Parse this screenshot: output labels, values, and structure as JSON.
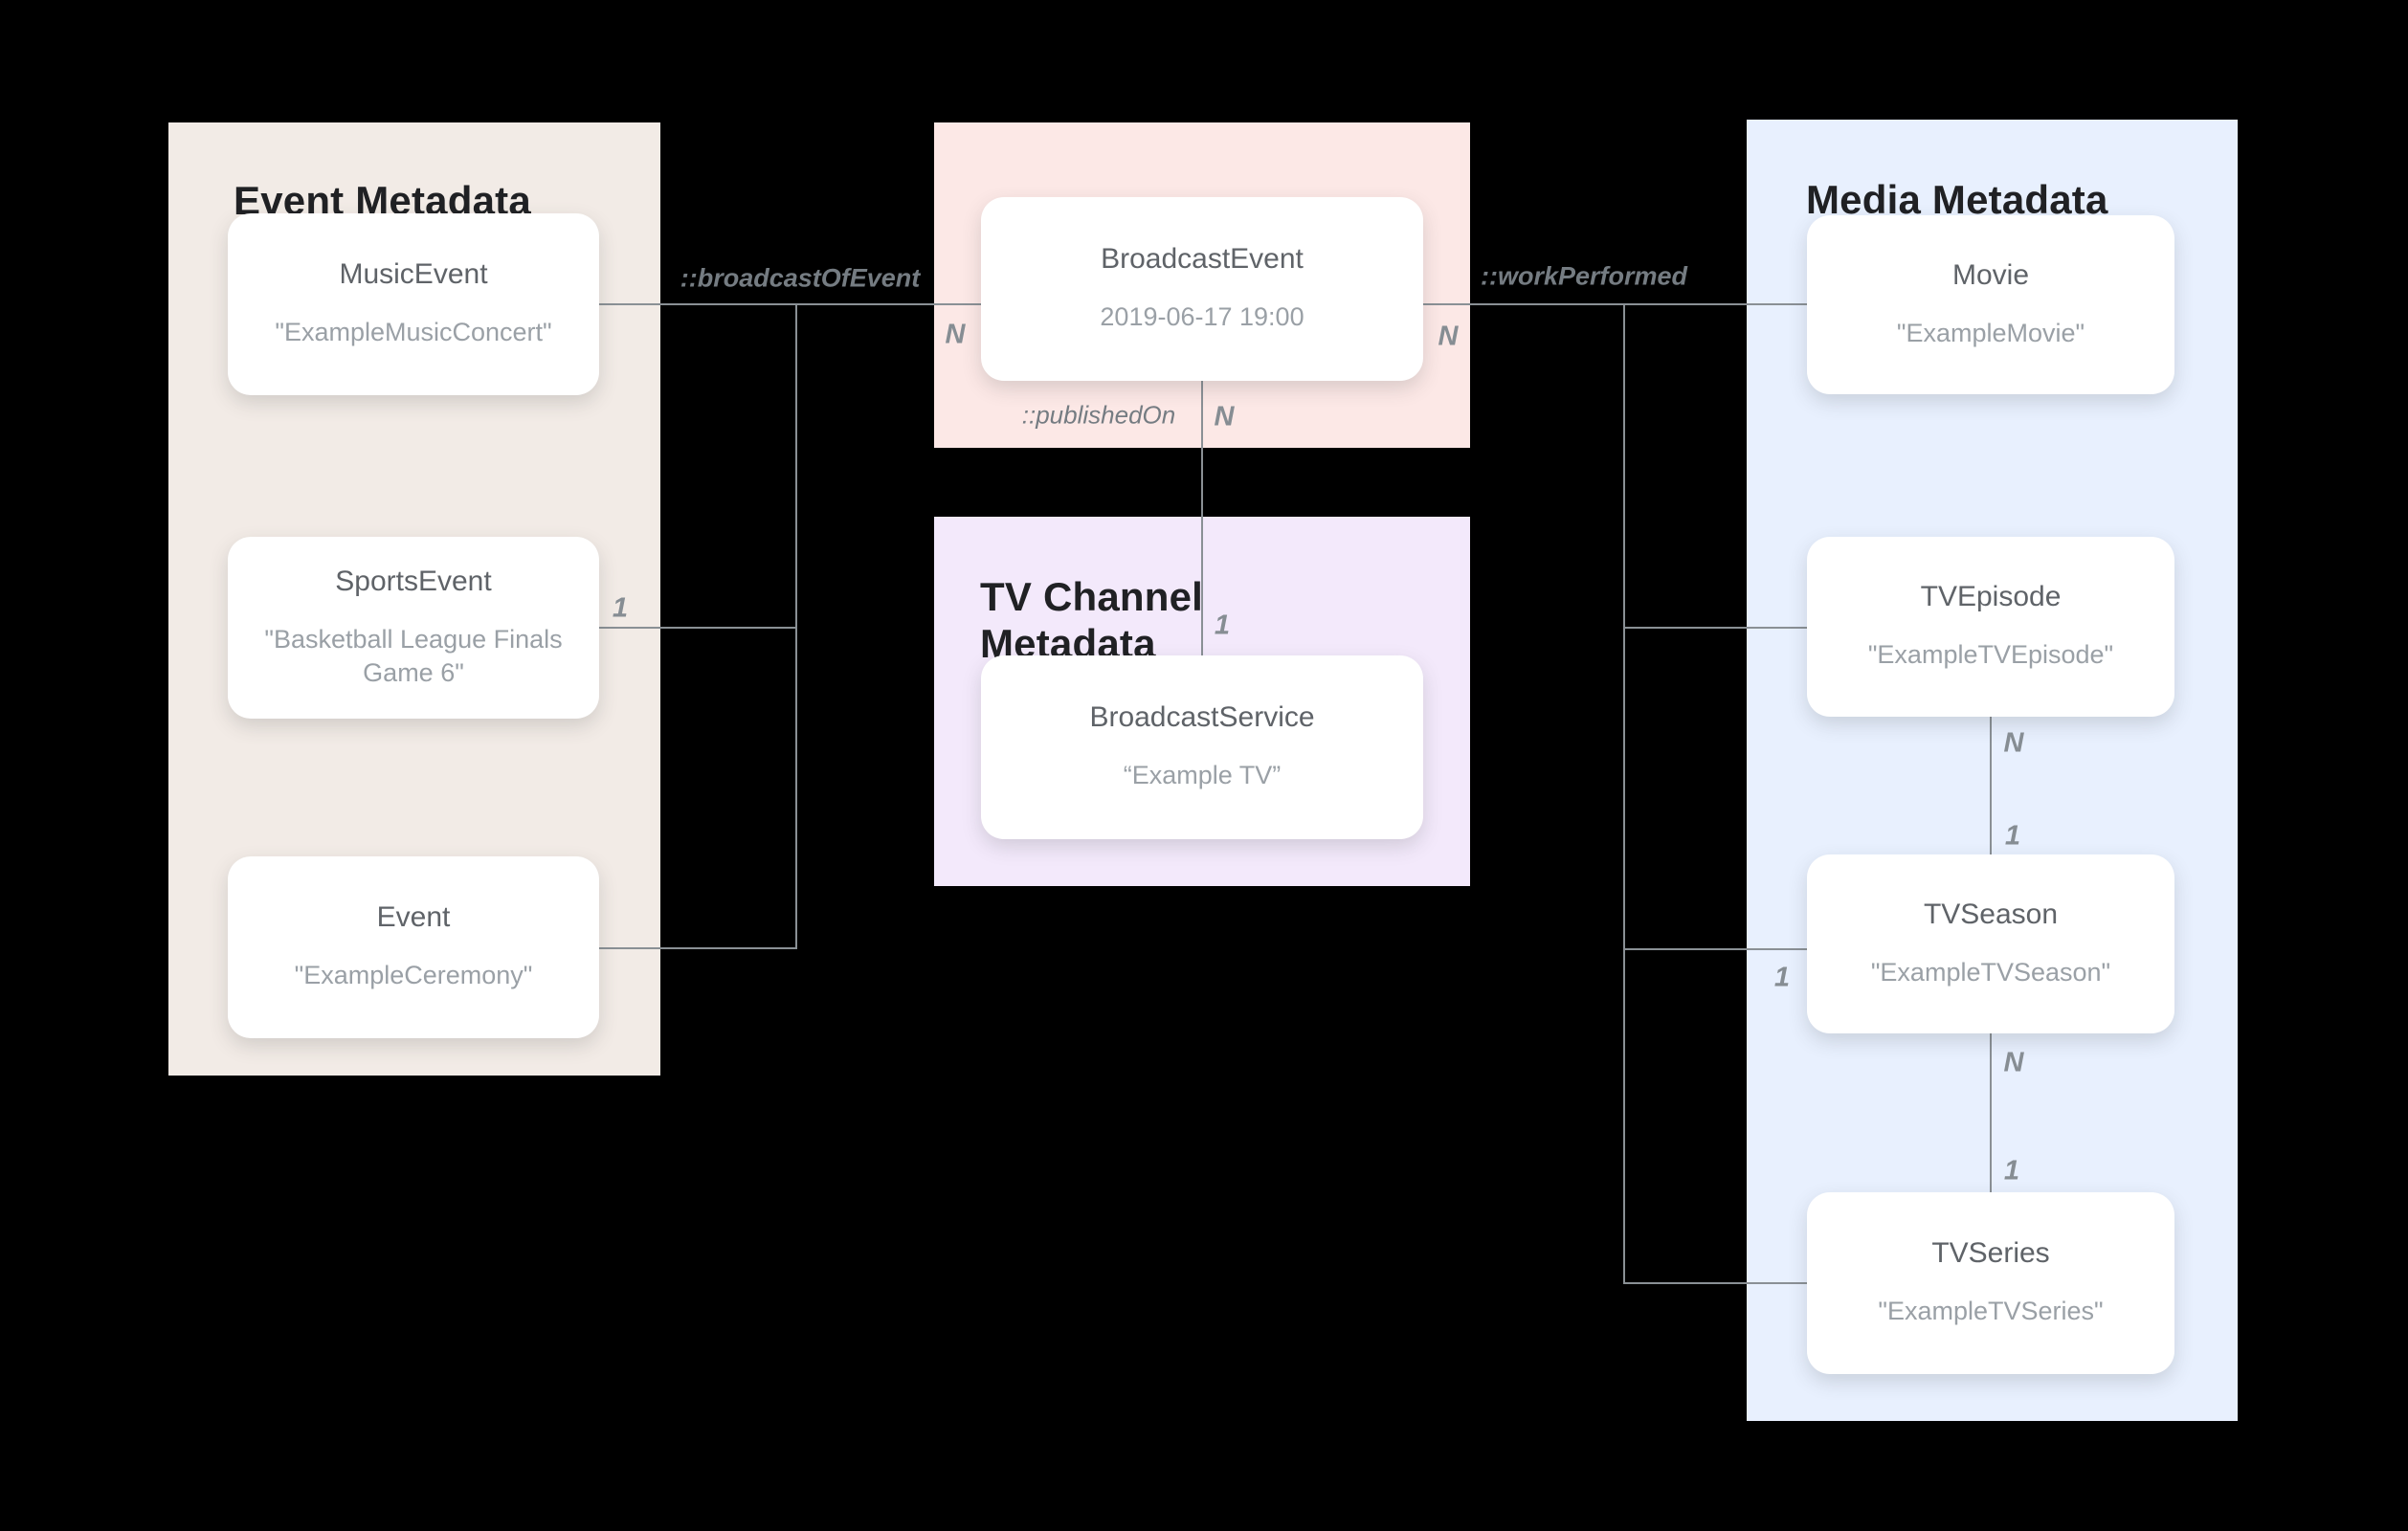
{
  "diagram": {
    "background_color": "#000000",
    "line_color": "#8a9095",
    "panel_colors": {
      "event": "#f2ebe6",
      "broadcast": "#fce8e6",
      "tv_channel": "#f3e9fb",
      "media": "#e8f0fe"
    }
  },
  "panels": {
    "event": {
      "title": "Event Metadata",
      "cards": {
        "music_event": {
          "title": "MusicEvent",
          "value": "\"ExampleMusicConcert\""
        },
        "sports_event": {
          "title": "SportsEvent",
          "value": "\"Basketball League Finals Game 6\""
        },
        "event": {
          "title": "Event",
          "value": "\"ExampleCeremony\""
        }
      }
    },
    "broadcast": {
      "cards": {
        "broadcast_event": {
          "title": "BroadcastEvent",
          "value": "2019-06-17 19:00"
        }
      }
    },
    "tv_channel": {
      "title": "TV Channel Metadata",
      "cards": {
        "broadcast_service": {
          "title": "BroadcastService",
          "value": "“Example TV”"
        }
      }
    },
    "media": {
      "title": "Media Metadata",
      "cards": {
        "movie": {
          "title": "Movie",
          "value": "\"ExampleMovie\""
        },
        "tv_episode": {
          "title": "TVEpisode",
          "value": "\"ExampleTVEpisode\""
        },
        "tv_season": {
          "title": "TVSeason",
          "value": "\"ExampleTVSeason\""
        },
        "tv_series": {
          "title": "TVSeries",
          "value": "\"ExampleTVSeries\""
        }
      }
    }
  },
  "relations": {
    "broadcast_of_event": "::broadcastOfEvent",
    "published_on": "::publishedOn",
    "work_performed": "::workPerformed"
  },
  "cardinalities": {
    "broadcast_event_left_n": "N",
    "sports_event_one": "1",
    "published_on_n": "N",
    "published_on_one": "1",
    "work_performed_n": "N",
    "episode_season_n": "N",
    "episode_season_one": "1",
    "season_series_n": "N",
    "season_series_one": "1",
    "season_left_one": "1"
  }
}
